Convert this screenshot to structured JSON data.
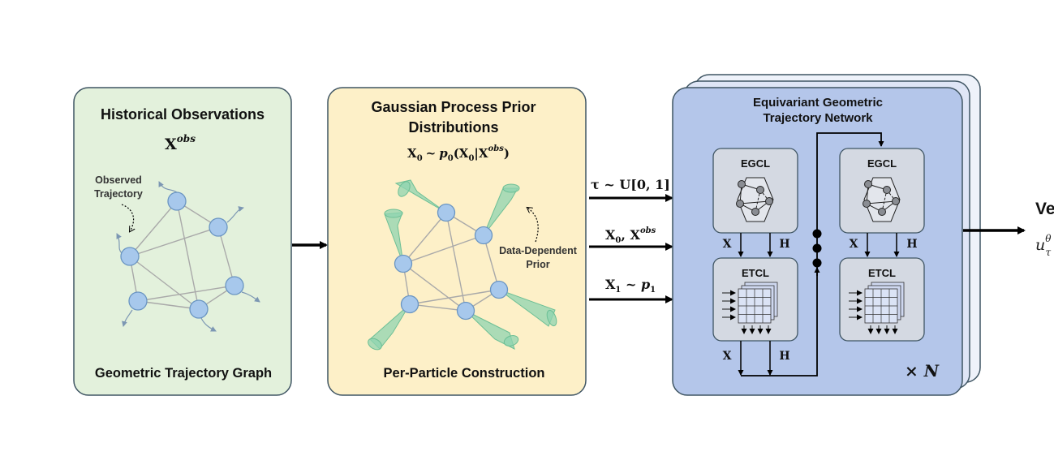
{
  "panel_left": {
    "title": "Historical Observations",
    "symbol_base": "X",
    "symbol_sup": "obs",
    "annotation_line1": "Observed",
    "annotation_line2": "Trajectory",
    "footer": "Geometric Trajectory Graph",
    "fill": "#e3f1dc",
    "stroke": "#3f5563"
  },
  "panel_middle": {
    "title_line1": "Gaussian Process Prior",
    "title_line2": "Distributions",
    "eq_lhs": "X",
    "eq_lhs_sub": "0",
    "eq_sim": "~",
    "eq_p": "p",
    "eq_p_sub": "0",
    "eq_arg_open": "(X",
    "eq_arg_sub": "0",
    "eq_bar": "|X",
    "eq_sup": "obs",
    "eq_close": ")",
    "annotation_line1": "Data-Dependent",
    "annotation_line2": "Prior",
    "footer": "Per-Particle Construction",
    "fill": "#fdf0c8",
    "stroke": "#3f5563"
  },
  "inputs": {
    "tau_line": "τ ~ U[0, 1]",
    "x0_base": "X",
    "x0_sub": "0",
    "x0_mid": ", X",
    "x0_sup": "obs",
    "x1_base": "X",
    "x1_sub": "1",
    "x1_sim": " ~ ",
    "x1_p": "p",
    "x1_p_sub": "1"
  },
  "panel_right": {
    "title_line1": "Equivariant Geometric",
    "title_line2": "Trajectory Network",
    "egcl": "EGCL",
    "etcl": "ETCL",
    "x_label": "X",
    "h_label": "H",
    "times_n": "× N",
    "fill": "#b4c6ea",
    "stroke": "#3f5563"
  },
  "output": {
    "label_partial": "Ve",
    "formula_partial": "u",
    "formula_sup": "θ",
    "formula_sub": "τ"
  },
  "colors": {
    "node": "#a7c8ec",
    "node_stroke": "#6a95c2",
    "edge": "#a9a9a9",
    "cone": "#8fd4b0",
    "arrow": "#000000"
  }
}
